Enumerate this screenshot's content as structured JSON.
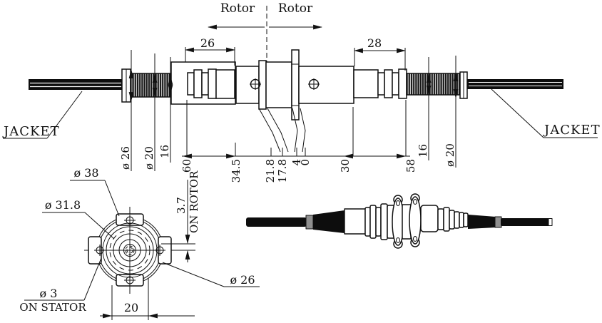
{
  "drawing": {
    "top_view": {
      "rotor_left": "Rotor",
      "rotor_right": "Rotor",
      "jacket_left": "JACKET",
      "jacket_right": "JACKET",
      "dim_26": "26",
      "dim_28": "28",
      "left_dims": {
        "dia26": "ø 26",
        "dia20": "ø 20",
        "len16": "16"
      },
      "ordinates": {
        "o60": "60",
        "o34_5": "34.5",
        "o21_8": "21.8",
        "o17_8": "17.8",
        "o4": "4",
        "o0": "0",
        "o30": "30",
        "o58": "58"
      },
      "right_dims": {
        "len16": "16",
        "dia20": "ø 20"
      }
    },
    "front_view": {
      "dia38": "ø 38",
      "dia31_8": "ø 31.8",
      "dia3": "ø 3",
      "on_stator": "ON STATOR",
      "dim_20": "20",
      "dim_3_7": "3.7",
      "on_rotor": "ON ROTOR",
      "dia26": "ø 26"
    }
  },
  "colors": {
    "line": "#111111",
    "background": "#ffffff",
    "boot_black": "#0d0d0d",
    "ring_gray": "#8f8f8f"
  }
}
